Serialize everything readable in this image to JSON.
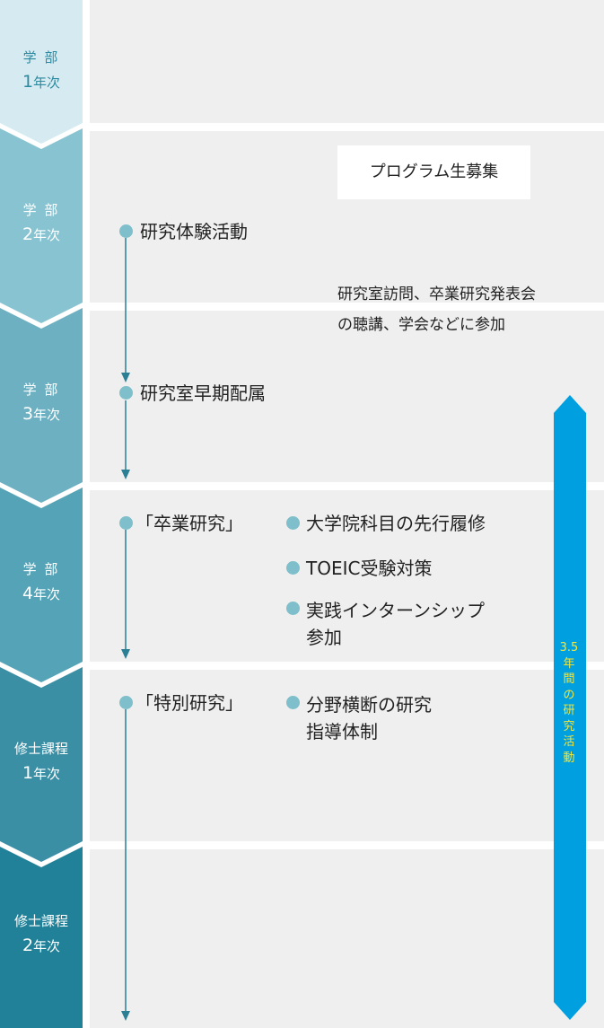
{
  "stages": [
    {
      "line1": "学 部",
      "num": "1",
      "suffix": "年次"
    },
    {
      "line1": "学 部",
      "num": "2",
      "suffix": "年次"
    },
    {
      "line1": "学 部",
      "num": "3",
      "suffix": "年次"
    },
    {
      "line1": "学 部",
      "num": "4",
      "suffix": "年次"
    },
    {
      "line1": "修士課程",
      "num": "1",
      "suffix": "年次"
    },
    {
      "line1": "修士課程",
      "num": "2",
      "suffix": "年次"
    }
  ],
  "stage_colors": [
    "#d5ebf1",
    "#88c3d1",
    "#6cb0c2",
    "#55a3b6",
    "#3a8fa5",
    "#218198"
  ],
  "recruit_label": "プログラム生募集",
  "activities": {
    "trial": "研究体験活動",
    "trial_note_1": "研究室訪問、卒業研究発表会",
    "trial_note_2": "の聴講、学会などに参加",
    "early": "研究室早期配属",
    "grad_research": "「卒業研究」",
    "grad_course": "大学院科目の先行履修",
    "toeic": "TOEIC受験対策",
    "intern_1": "実践インターンシップ",
    "intern_2": "参加",
    "special_research": "「特別研究」",
    "cross_1": "分野横断の研究",
    "cross_2": "指導体制"
  },
  "period": {
    "value": "3.5",
    "chars": [
      "年",
      "間",
      "の",
      "研",
      "究",
      "活",
      "動"
    ],
    "color": "#009fe0"
  },
  "colors": {
    "arrow": "#2a7f95",
    "dot": "#7fbfcb",
    "row_bg": "#efefef"
  }
}
